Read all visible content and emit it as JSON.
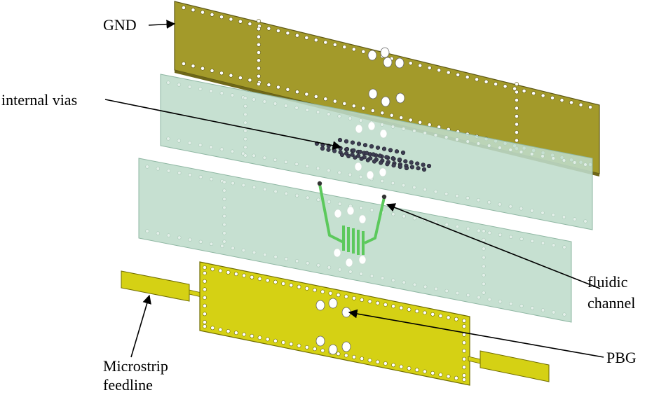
{
  "labels": {
    "gnd": "GND",
    "internal_vias": "internal vias",
    "fluidic_line1": "fluidic",
    "fluidic_line2": "channel",
    "pbg": "PBG",
    "microstrip_line1": "Microstrip",
    "microstrip_line2": "feedline"
  },
  "colors": {
    "gnd_layer": "#a39a2a",
    "substrate": "#bedccb",
    "microstrip_layer": "#d5d114",
    "fluidic_channel": "#5cc95c",
    "internal_vias": "#3d3d52",
    "holes": "#ffffff"
  },
  "layers": [
    "GND plane",
    "substrate with internal vias",
    "substrate with fluidic channel",
    "microstrip layer with PBG"
  ]
}
